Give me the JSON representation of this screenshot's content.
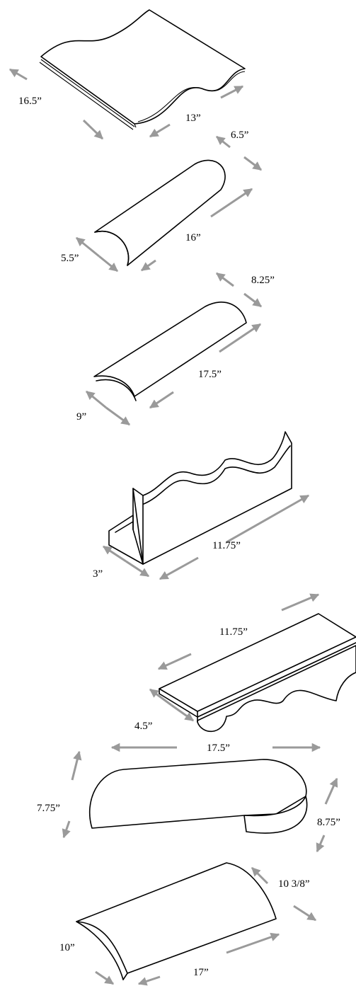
{
  "diagram": {
    "arrow_color": "#9a9a9a",
    "line_color": "#000000",
    "pieces": [
      {
        "name": "wavy-sheet",
        "dimensions": [
          "16.5”",
          "13”"
        ]
      },
      {
        "name": "round-trough",
        "dimensions": [
          "6.5”",
          "16”",
          "5.5”"
        ]
      },
      {
        "name": "shallow-tile",
        "dimensions": [
          "8.25”",
          "17.5”",
          "9”"
        ]
      },
      {
        "name": "wavy-angle-bracket",
        "dimensions": [
          "11.75”",
          "3”"
        ]
      },
      {
        "name": "scalloped-shelf",
        "dimensions": [
          "11.75”",
          "4.5”"
        ]
      },
      {
        "name": "tapered-cover",
        "dimensions": [
          "17.5”",
          "7.75”",
          "8.75”"
        ]
      },
      {
        "name": "arched-cover",
        "dimensions": [
          "10 3/8”",
          "10”",
          "17”"
        ]
      }
    ]
  }
}
